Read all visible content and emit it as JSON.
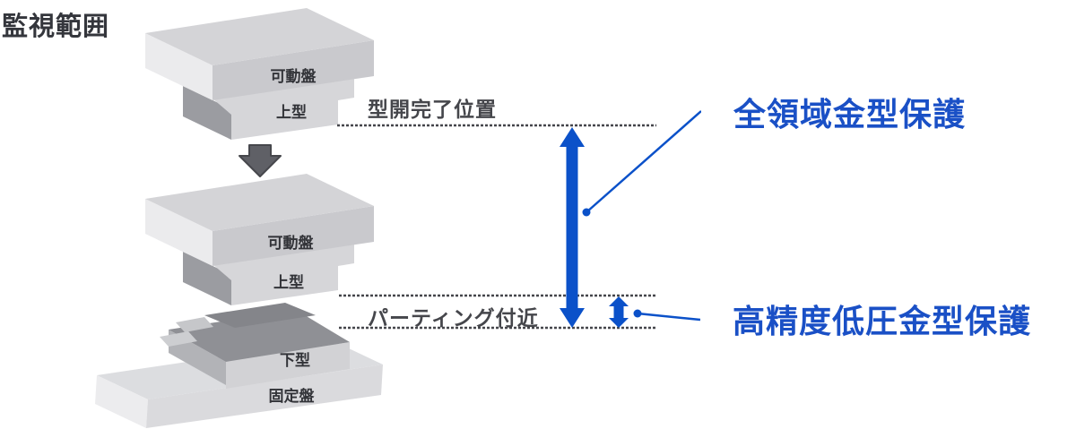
{
  "title": "監視範囲",
  "mold_diagram": {
    "upper_assembly": {
      "movable_platen_label": "可動盤",
      "upper_mold_label": "上型"
    },
    "lower_assembly": {
      "movable_platen_label": "可動盤",
      "upper_mold_label": "上型",
      "lower_mold_label": "下型",
      "fixed_platen_label": "固定盤"
    }
  },
  "position_markers": {
    "mold_open_complete_position": "型開完了位置",
    "near_parting": "パーティング付近"
  },
  "protection_ranges": {
    "full_range": {
      "label": "全領域金型保護"
    },
    "high_precision_low_pressure": {
      "label": "高精度低圧金型保護"
    }
  },
  "icons": {
    "transition_arrow": "down-block-arrow-icon",
    "full_range_arrow": "vertical-double-arrow-icon",
    "high_precision_arrow": "vertical-double-arrow-icon"
  },
  "colors": {
    "accent_blue": "#0b51c9",
    "note_text_blue": "#1a50c6",
    "dark_text": "#45464b",
    "mold_top_gray": "#d4d4d7",
    "mold_front_gray": "#ebebed",
    "mold_side_gray": "#c9c9cd",
    "parting_dark_gray": "#8f9095",
    "transition_arrow_gray": "#5f6066"
  }
}
